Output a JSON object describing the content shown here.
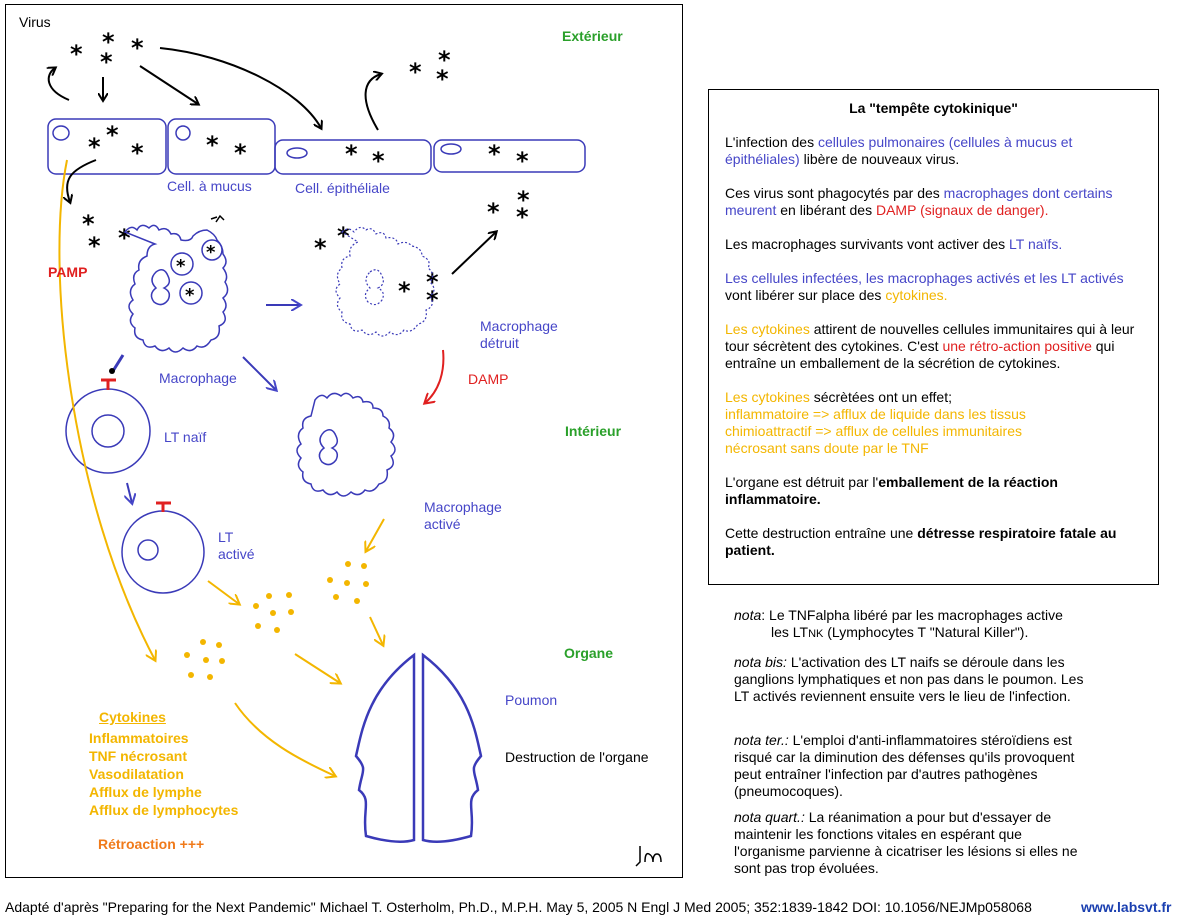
{
  "diagram": {
    "virus_label": "Virus",
    "exterior_label": "Extérieur",
    "interior_label": "Intérieur",
    "organ_label": "Organe",
    "mucus_cell_label": "Cell. à mucus",
    "epithelial_cell_label": "Cell. épithéliale",
    "pamp_label": "PAMP",
    "macrophage_label": "Macrophage",
    "destroyed_macrophage_line1": "Macrophage",
    "destroyed_macrophage_line2": "détruit",
    "damp_label": "DAMP",
    "activated_macrophage_line1": "Macrophage",
    "activated_macrophage_line2": "activé",
    "lt_naive_label": "LT naïf",
    "lt_active_line1": "LT",
    "lt_active_line2": "activé",
    "lung_label": "Poumon",
    "organ_destruction_label": "Destruction de l'organe",
    "signature": "jm",
    "cytokines": {
      "title": "Cytokines",
      "items": [
        "Inflammatoires",
        "TNF nécrosant",
        "Vasodilatation",
        "Afflux de lymphe",
        "Afflux de lymphocytes"
      ],
      "feedback": "Rétroaction +++"
    }
  },
  "info": {
    "title": "La \"tempête cytokinique\"",
    "p1": {
      "a": "L'infection des ",
      "b": "cellules pulmonaires (cellules à mucus et épithéliales)",
      "c": " libère de nouveaux virus."
    },
    "p2": {
      "a": "Ces virus sont phagocytés par des ",
      "b": "macrophages dont certains meurent",
      "c": " en libérant des ",
      "d": "DAMP (signaux de danger)."
    },
    "p3": {
      "a": "Les macrophages survivants vont activer des ",
      "b": "LT naïfs."
    },
    "p4": {
      "a": "Les cellules infectées, les macrophages activés et les LT activés",
      "b": " vont libérer sur place des ",
      "c": "cytokines."
    },
    "p5": {
      "a": "Les cytokines",
      "b": " attirent de nouvelles cellules immunitaires qui à leur tour sécrètent des cytokines. C'est ",
      "c": "une rétro-action positive",
      "d": " qui entraîne un emballement de la sécrétion de cytokines."
    },
    "p6": {
      "a": "Les cytokines",
      "b": " sécrètées ont un effet;",
      "c": " inflammatoire => afflux de liquide dans les tissus",
      "d": "chimioattractif => afflux de cellules immunitaires",
      "e": "nécrosant sans doute par le TNF"
    },
    "p7": {
      "a": "L'organe est détruit par l'",
      "b": "emballement de la réaction inflammatoire."
    },
    "p8": {
      "a": "Cette destruction entraîne une ",
      "b": "détresse respiratoire fatale au patient."
    }
  },
  "notes": {
    "n1": {
      "label": "nota",
      "text": ": Le TNFalpha libéré par les macrophages active",
      "line2a": "les LT",
      "line2b": "NK",
      "line2c": " (Lymphocytes T \"Natural Killer\")."
    },
    "n2": {
      "label": "nota bis:",
      "text": " L'activation des LT naifs se déroule dans les ganglions lymphatiques et non pas dans le poumon. Les LT activés reviennent ensuite vers le lieu de l'infection."
    },
    "n3": {
      "label": "nota ter.:",
      "text": " L'emploi d'anti-inflammatoires stéroïdiens est risqué car la diminution des défenses qu'ils provoquent peut entraîner l'infection par d'autres pathogènes (pneumocoques)."
    },
    "n4": {
      "label": "nota quart.:",
      "text": " La réanimation a pour but  d'essayer de maintenir les fonctions vitales en espérant que l'organisme parvienne à cicatriser les lésions si elles ne sont pas trop évoluées."
    }
  },
  "footer": {
    "citation": "Adapté d'après \"Preparing for the Next Pandemic\" Michael T. Osterholm, Ph.D., M.P.H.  May 5, 2005 N Engl J Med 2005; 352:1839-1842 DOI: 10.1056/NEJMp058068",
    "site": "www.labsvt.fr"
  },
  "colors": {
    "blue": "#4646c8",
    "red": "#e02020",
    "green": "#2aa02a",
    "yellow": "#f3b600",
    "orange": "#f07a1a"
  }
}
